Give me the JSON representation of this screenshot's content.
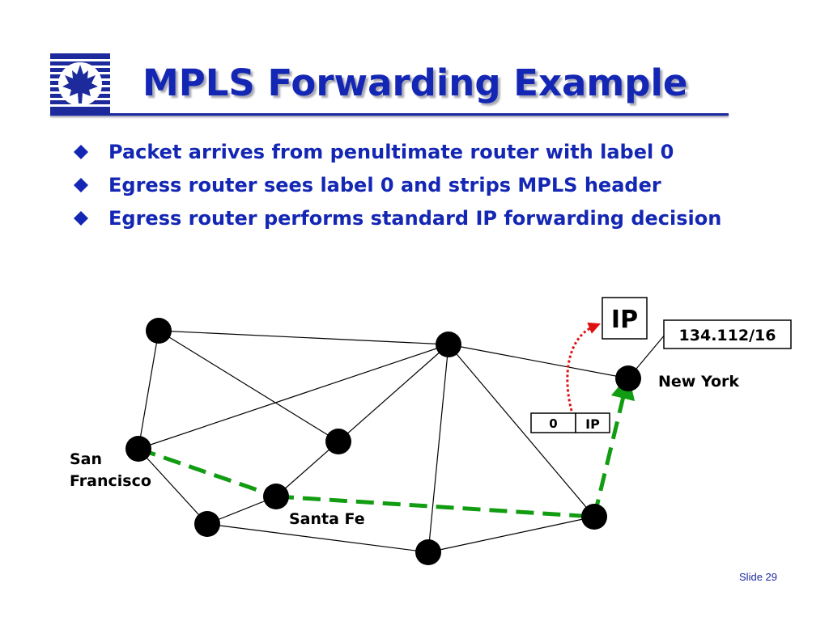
{
  "slide": {
    "title": "MPLS Forwarding Example",
    "slide_number": "Slide 29",
    "accent_color": "#1427b4"
  },
  "bullets": [
    "Packet arrives from penultimate router with label 0",
    "Egress router sees label 0 and strips MPLS header",
    "Egress router performs standard IP forwarding decision"
  ],
  "diagram": {
    "city_labels": {
      "new_york": "New York",
      "san_francisco_line1": "San",
      "san_francisco_line2": "Francisco",
      "santa_fe": "Santa Fe"
    },
    "prefix_box": "134.112/16",
    "ip_box": "IP",
    "packet": {
      "label": "0",
      "payload": "IP"
    },
    "path_color": "#119c11",
    "arrow_color": "#e01010",
    "node_color": "#000000"
  }
}
